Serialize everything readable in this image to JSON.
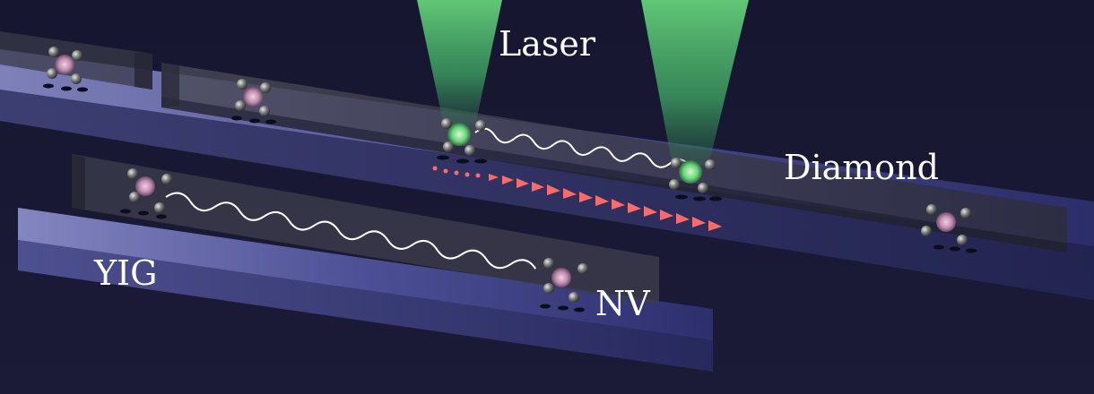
{
  "labels": {
    "laser": "Laser",
    "diamond": "Diamond",
    "yig": "YIG",
    "nv": "NV"
  },
  "colors": {
    "background": "#171730",
    "yig_slab": "#6f73b8",
    "diamond_waveguide": "#3a3a4a",
    "laser_beam": "#5fcf7a",
    "spin_wave_arrows": "#ff6a6a",
    "photon_wave": "#ffffff"
  },
  "icons": {
    "nv_center": "nv-center-molecule-icon",
    "laser": "laser-beam-icon"
  }
}
